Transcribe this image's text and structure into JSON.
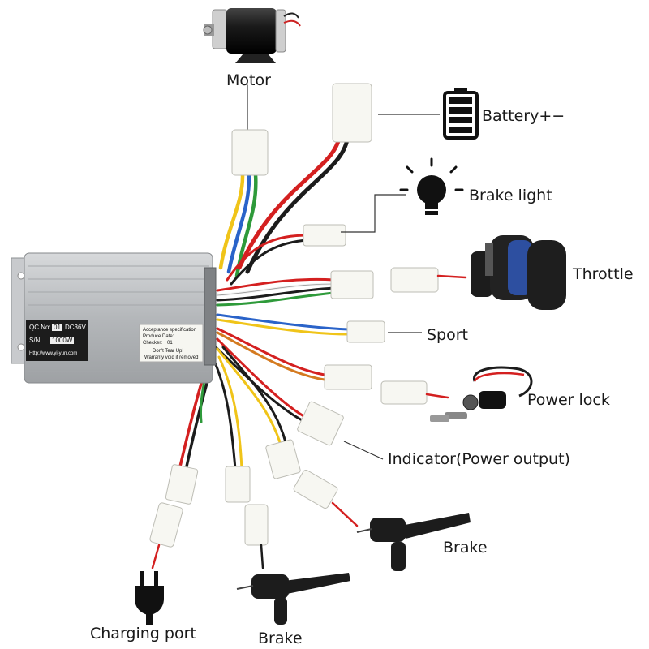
{
  "labels": {
    "motor": "Motor",
    "battery": "Battery+−",
    "brake_light": "Brake light",
    "throttle": "Throttle",
    "sport": "Sport",
    "power_lock": "Power lock",
    "indicator": "Indicator(Power output)",
    "brake_right": "Brake",
    "brake_bottom": "Brake",
    "charging_port": "Charging port"
  },
  "controller": {
    "qc_no_label": "QC No:",
    "qc_no_value": "01",
    "voltage": "DC36V",
    "sn_label": "S/N:",
    "sn_value": "1000W",
    "url": "Http://www.yi-yun.com",
    "acceptance_line": "Acceptance specification",
    "produce_date_label": "Produce Date:",
    "checker_label": "Checker:",
    "checker_value": "01",
    "warning_line1": "Don't Tear Up!",
    "warning_line2": "Warranty void if removed"
  },
  "colors": {
    "wire_red": "#d42020",
    "wire_black": "#1c1c1c",
    "wire_yellow": "#f0c419",
    "wire_blue": "#2a63c9",
    "wire_green": "#2e9a3a",
    "wire_white": "#f2f2f2",
    "connector_white": "#f7f7f2",
    "controller_body": "#b9bcbf",
    "throttle_accent": "#2d4fa0"
  }
}
